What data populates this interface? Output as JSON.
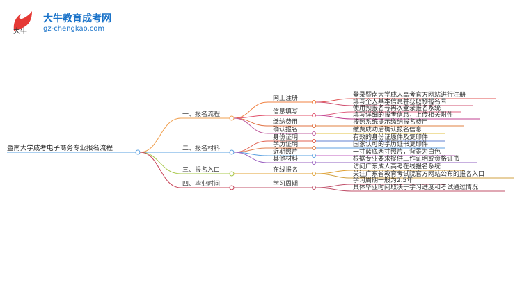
{
  "header": {
    "logo_glyph": "大牛",
    "brand_title": "大牛教育成考网",
    "brand_url": "gz-chengkao.com"
  },
  "mindmap": {
    "root": "暨南大学成考电子商务专业报名流程",
    "branches": [
      {
        "label": "一、报名流程",
        "color": "#f0a050",
        "children": [
          {
            "label": "网上注册",
            "leaves": [
              "登录暨南大学成人高考官方网站进行注册",
              "填写个人基本信息并获取预报名号"
            ]
          },
          {
            "label": "信息填写",
            "leaves": [
              "使用预报名号再次登录报名系统",
              "填写详细的报考信息，上传相关附件"
            ]
          },
          {
            "label": "缴纳费用",
            "leaves": [
              "按照系统提示缴纳报名费用"
            ]
          },
          {
            "label": "确认报名",
            "leaves": [
              "缴费成功后确认报名信息"
            ]
          }
        ]
      },
      {
        "label": "二、报名材料",
        "color": "#5aa0e0",
        "children": [
          {
            "label": "身份证明",
            "leaves": [
              "有效的身份证原件及复印件"
            ]
          },
          {
            "label": "学历证明",
            "leaves": [
              "国家认可的学历证书复印件"
            ]
          },
          {
            "label": "近期照片",
            "leaves": [
              "一寸蓝底两寸照片，背景为白色"
            ]
          },
          {
            "label": "其他材料",
            "leaves": [
              "根据专业要求提供工作证明或资格证书"
            ]
          }
        ]
      },
      {
        "label": "三、报名入口",
        "color": "#a8c84a",
        "children": [
          {
            "label": "在线报名",
            "leaves": [
              "访问广东成人高考在线报名系统",
              "关注广东省教育考试院官方网站公布的报名入口"
            ]
          }
        ]
      },
      {
        "label": "四、毕业时间",
        "color": "#c8455a",
        "children": [
          {
            "label": "学习周期",
            "leaves": [
              "学习周期一般为2.5年",
              "具体毕业时间取决于学习进度和考试通过情况"
            ]
          }
        ]
      }
    ]
  }
}
